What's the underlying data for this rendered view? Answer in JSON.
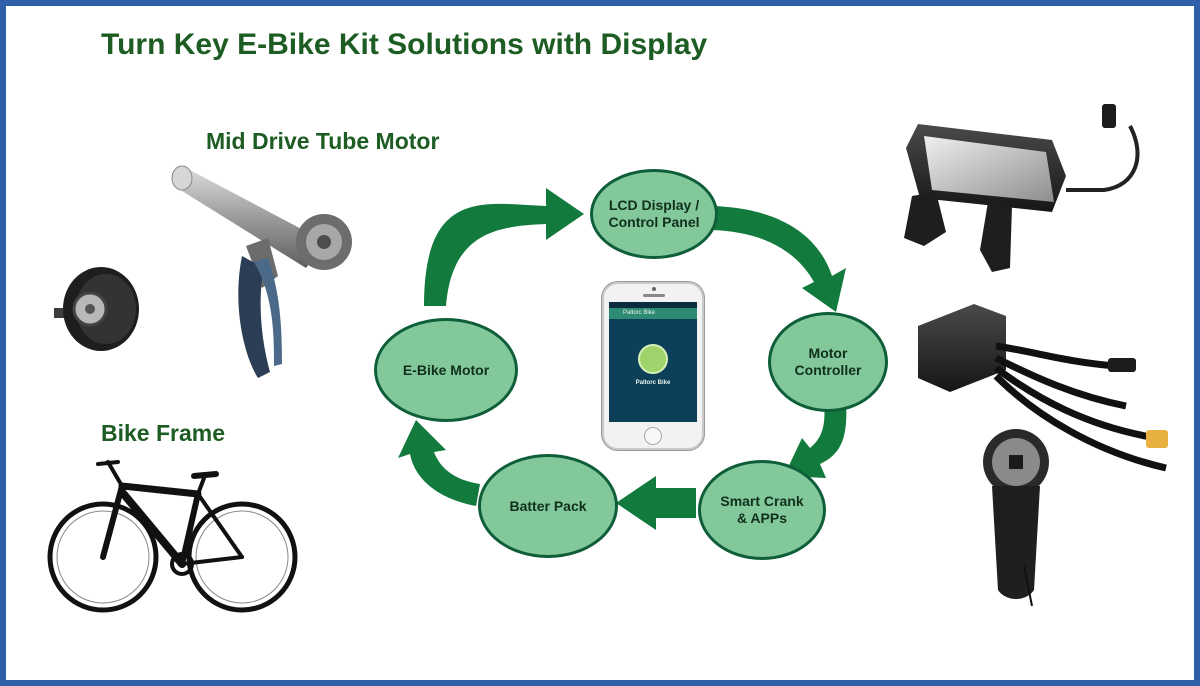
{
  "title": "Turn Key E-Bike Kit Solutions with Display",
  "captions": {
    "mid_drive": "Mid Drive Tube Motor",
    "bike_frame": "Bike Frame"
  },
  "cycle": {
    "nodes": [
      {
        "label": "LCD Display /\nControl Panel"
      },
      {
        "label": "Motor\nController"
      },
      {
        "label": "Smart Crank\n& APPs"
      },
      {
        "label": "Batter Pack"
      },
      {
        "label": "E-Bike Motor"
      }
    ]
  },
  "phone": {
    "app_bar": "Paltorc Bike",
    "app_name": "Paltorc Bike"
  },
  "colors": {
    "border": "#2f5fa8",
    "title_green": "#1d5c22",
    "node_fill": "#82c89b",
    "node_stroke": "#0f5e3a",
    "arrow_green": "#127a3d"
  },
  "images": [
    "hub-motor",
    "mid-drive-tube-motor",
    "road-bike",
    "lcd-display",
    "motor-controller",
    "pedal-sensor-crank"
  ]
}
